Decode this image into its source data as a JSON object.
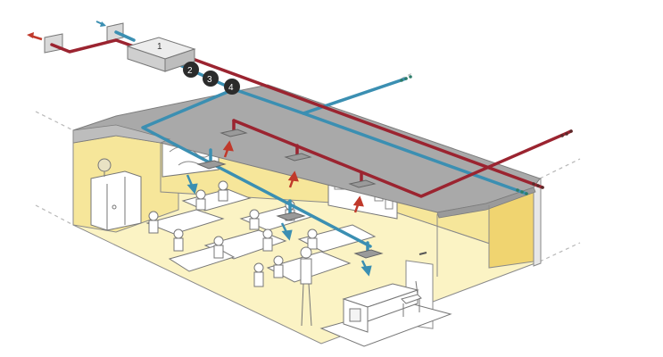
{
  "diagram": {
    "type": "classroom-ventilation-isometric",
    "labels": {
      "unit": "1",
      "component_2": "2",
      "component_3": "3",
      "component_4": "4"
    },
    "colors": {
      "supply_duct": "#3b8fb2",
      "exhaust_duct": "#9b2430",
      "wall_yellow": "#f6e69a",
      "floor_yellow": "#fbf3c4",
      "ceiling_gray": "#a9a9a9",
      "unit_gray": "#d8d8d8",
      "component_dark": "#2b2b2b"
    },
    "elements": [
      "fresh-air intake grille",
      "exhaust outlet grille",
      "air handling unit",
      "supply duct",
      "exhaust duct",
      "ceiling diffusers",
      "classroom with students and teacher"
    ]
  }
}
